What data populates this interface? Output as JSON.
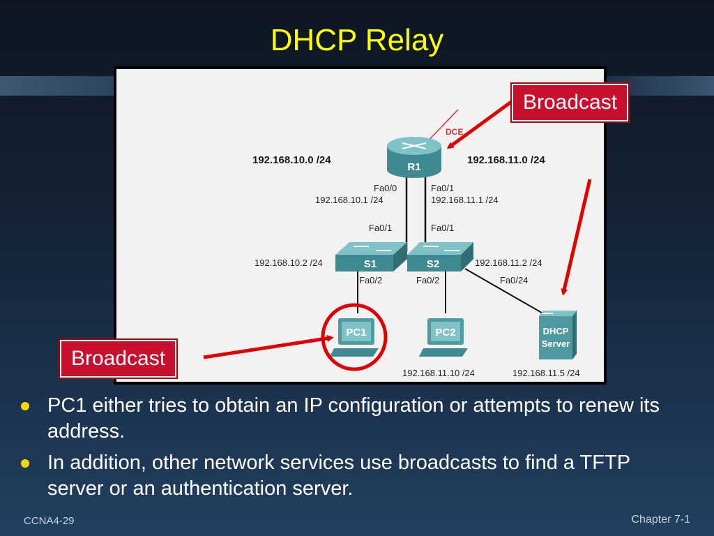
{
  "slide": {
    "title": "DHCP Relay",
    "footer_left": "CCNA4-29",
    "footer_right": "Chapter 7-1"
  },
  "callouts": {
    "top": "Broadcast",
    "bottom": "Broadcast"
  },
  "diagram": {
    "dce_label": "DCE",
    "net_left": "192.168.10.0 /24",
    "net_right": "192.168.11.0 /24",
    "router": {
      "name": "R1",
      "left_if": "Fa0/0",
      "left_ip": "192.168.10.1 /24",
      "right_if": "Fa0/1",
      "right_ip": "192.168.11.1 /24"
    },
    "s1": {
      "name": "S1",
      "uplink": "Fa0/1",
      "ip": "192.168.10.2 /24",
      "downlink": "Fa0/2"
    },
    "s2": {
      "name": "S2",
      "uplink": "Fa0/1",
      "ip": "192.168.11.2 /24",
      "downlink": "Fa0/2",
      "server_port": "Fa0/24"
    },
    "pc1": {
      "name": "PC1"
    },
    "pc2": {
      "name": "PC2",
      "ip": "192.168.11.10 /24"
    },
    "server": {
      "name_line1": "DHCP",
      "name_line2": "Server",
      "ip": "192.168.11.5 /24"
    }
  },
  "bullets": [
    "PC1 either tries to obtain an IP configuration or attempts to renew its address.",
    "In addition, other network services use broadcasts to find a TFTP server or an authentication server."
  ],
  "colors": {
    "title": "#ffff00",
    "callout": "#c8102e",
    "arrow": "#e00000",
    "bullet": "#ffd700",
    "device": "#4f9aa0"
  }
}
